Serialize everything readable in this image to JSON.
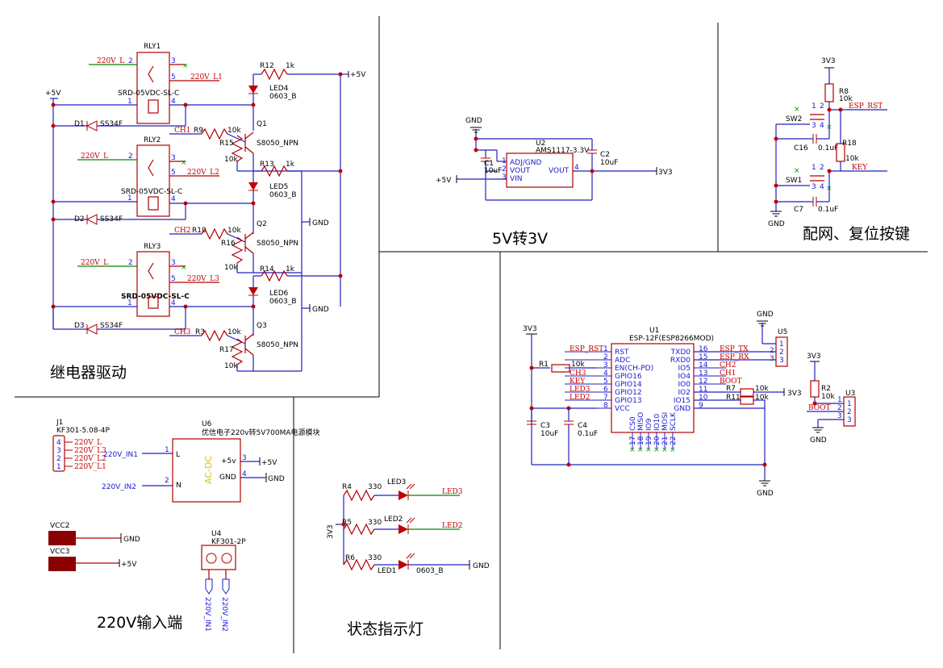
{
  "sections": {
    "relay": "继电器驱动",
    "ldo": "5V转3V",
    "buttons": "配网、复位按键",
    "input": "220V输入端",
    "leds": "状态指示灯"
  },
  "relays": {
    "rly1": {
      "ref": "RLY1",
      "part": "SRD-05VDC-SL-C",
      "in": "220V_L",
      "out": "220V_L1",
      "led": "LED4",
      "led_pkg": "0603_B",
      "r_led": "R12",
      "r_led_val": "1k",
      "q": "Q1",
      "q_part": "S8050_NPN",
      "rb": "R9",
      "rb_val": "10k",
      "rbe": "R15",
      "rbe_val": "10k",
      "ch": "CH1",
      "diode": "D1",
      "diode_part": "SS34F"
    },
    "rly2": {
      "ref": "RLY2",
      "part": "SRD-05VDC-SL-C",
      "in": "220V_L",
      "out": "220V_L2",
      "led": "LED5",
      "led_pkg": "0603_B",
      "r_led": "R13",
      "r_led_val": "1k",
      "q": "Q2",
      "q_part": "S8050_NPN",
      "rb": "R10",
      "rb_val": "10k",
      "rbe": "R16",
      "rbe_val": "10k",
      "ch": "CH2",
      "diode": "D2",
      "diode_part": "SS34F"
    },
    "rly3": {
      "ref": "RLY3",
      "part": "SRD-05VDC-SL-C",
      "in": "220V_L",
      "out": "220V_L3",
      "led": "LED6",
      "led_pkg": "0603_B",
      "r_led": "R14",
      "r_led_val": "1k",
      "q": "Q3",
      "q_part": "S8050_NPN",
      "rb": "R3",
      "rb_val": "10k",
      "rbe": "R17",
      "rbe_val": "10k",
      "ch": "CH3",
      "diode": "D3",
      "diode_part": "SS34F"
    }
  },
  "nets": {
    "p5v": "+5V",
    "gnd": "GND",
    "v33": "3V3"
  },
  "pins": {
    "p1": "1",
    "p2": "2",
    "p3": "3",
    "p4": "4",
    "p5": "5"
  },
  "ldo": {
    "u2": "U2",
    "u2_part": "AMS1117-3.3V",
    "adj": "ADJ/GND",
    "vout": "VOUT",
    "vout_r": "VOUT",
    "vin": "VIN",
    "c1": "C1",
    "c1_val": "10uF",
    "c2": "C2",
    "c2_val": "10uF"
  },
  "buttons": {
    "r8": "R8",
    "r8_val": "10k",
    "r18": "R18",
    "r18_val": "10k",
    "sw1": "SW1",
    "sw2": "SW2",
    "c16": "C16",
    "c16_val": "0.1uF",
    "c7": "C7",
    "c7_val": "0.1uF",
    "esp_rst": "ESP_RST",
    "key": "KEY"
  },
  "esp": {
    "u1": "U1",
    "u1_part": "ESP-12F(ESP8266MOD)",
    "left_pins": [
      {
        "num": "1",
        "name": "RST",
        "net": "ESP_RST"
      },
      {
        "num": "2",
        "name": "ADC",
        "net": ""
      },
      {
        "num": "3",
        "name": "EN(CH-PD)",
        "net": ""
      },
      {
        "num": "4",
        "name": "GPIO16",
        "net": "CH3"
      },
      {
        "num": "5",
        "name": "GPIO14",
        "net": "KEY"
      },
      {
        "num": "6",
        "name": "GPIO12",
        "net": "LED3"
      },
      {
        "num": "7",
        "name": "GPIO13",
        "net": "LED2"
      },
      {
        "num": "8",
        "name": "VCC",
        "net": ""
      }
    ],
    "right_pins": [
      {
        "num": "16",
        "name": "TXD0",
        "net": "ESP_TX"
      },
      {
        "num": "15",
        "name": "RXD0",
        "net": "ESP_RX"
      },
      {
        "num": "14",
        "name": "IO5",
        "net": "CH2"
      },
      {
        "num": "13",
        "name": "IO4",
        "net": "CH1"
      },
      {
        "num": "12",
        "name": "IO0",
        "net": "BOOT"
      },
      {
        "num": "11",
        "name": "IO2",
        "net": ""
      },
      {
        "num": "10",
        "name": "IO15",
        "net": ""
      },
      {
        "num": "9",
        "name": "GND",
        "net": ""
      }
    ],
    "bottom_pins": [
      {
        "num": "17",
        "name": "CS0"
      },
      {
        "num": "18",
        "name": "MISO"
      },
      {
        "num": "19",
        "name": "IO9"
      },
      {
        "num": "20",
        "name": "IO10"
      },
      {
        "num": "21",
        "name": "MOSI"
      },
      {
        "num": "22",
        "name": "SCLK"
      }
    ],
    "r1": "R1",
    "r1_val": "10k",
    "r7": "R7",
    "r7_val": "10k",
    "r11": "R11",
    "r11_val": "10k",
    "c3": "C3",
    "c3_val": "10uF",
    "c4": "C4",
    "c4_val": "0.1uF",
    "u5": "U5",
    "u3": "U3",
    "r2": "R2",
    "r2_val": "10k",
    "boot": "BOOT"
  },
  "input": {
    "j1": "J1",
    "j1_part": "KF301-5.08-4P",
    "j1_nets": [
      "220V_L",
      "220V_L3",
      "220V_L2",
      "220V_L1"
    ],
    "u6": "U6",
    "u6_part": "优信电子220v转5V700MA电源模块",
    "acdc": "AC-DC",
    "in1": "220V_IN1",
    "in2": "220V_IN2",
    "l": "L",
    "n": "N",
    "p5v": "+5v",
    "gnd": "GND",
    "vcc2": "VCC2",
    "vcc3": "VCC3",
    "u4": "U4",
    "u4_part": "KF301-2P"
  },
  "leds": {
    "r4": "R4",
    "r4_val": "330",
    "led3": "LED3",
    "net3": "LED3",
    "r5": "R5",
    "r5_val": "330",
    "led2": "LED2",
    "net2": "LED2",
    "r6": "R6",
    "r6_val": "330",
    "led1": "LED1",
    "led1_pkg": "0603_B"
  }
}
